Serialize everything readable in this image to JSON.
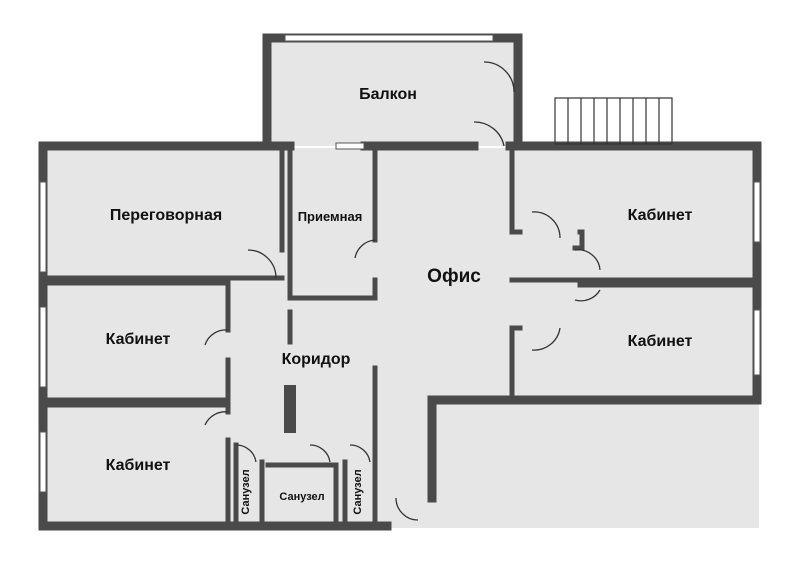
{
  "rooms": {
    "balcony": "Балкон",
    "meeting": "Переговорная",
    "reception": "Приемная",
    "office": "Офис",
    "cabinet_right_top": "Кабинет",
    "cabinet_right_bottom": "Кабинет",
    "cabinet_left_middle": "Кабинет",
    "cabinet_left_bottom": "Кабинет",
    "corridor": "Коридор",
    "wc_center": "Санузел",
    "wc_left": "Санузел",
    "wc_right": "Санузел"
  },
  "colors": {
    "floor": "#e6e6e6",
    "wall": "#4a4a4a",
    "text": "#111111"
  }
}
